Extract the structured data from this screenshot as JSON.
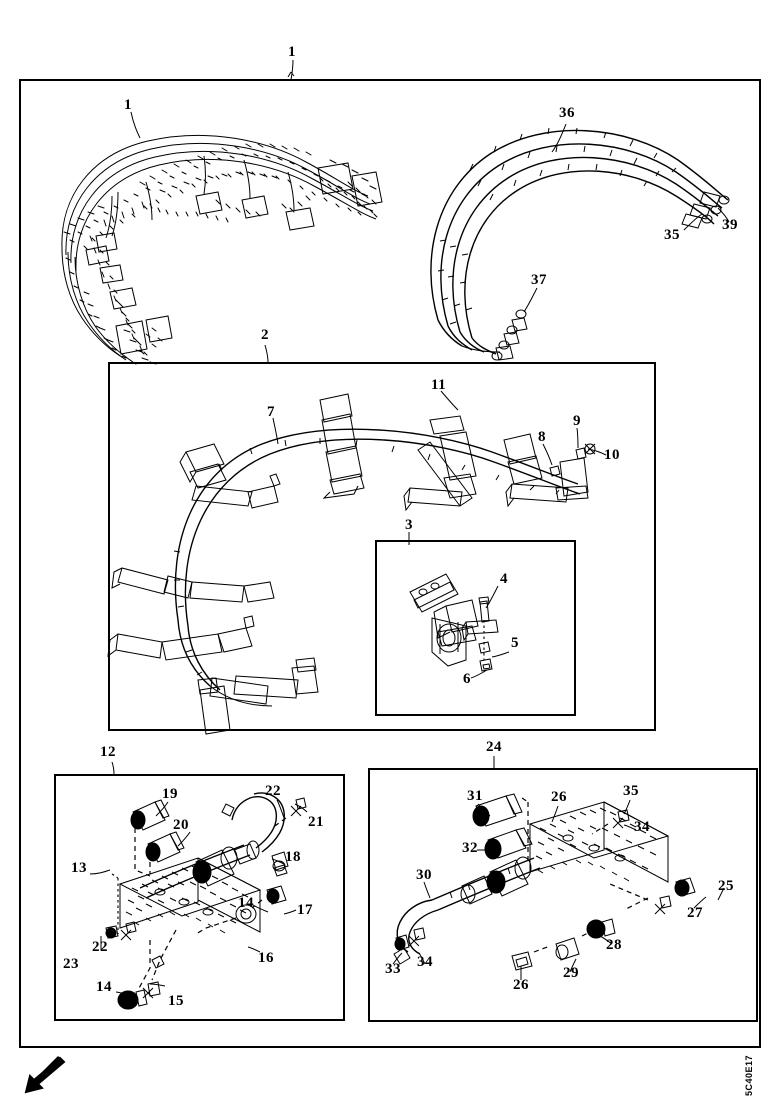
{
  "document": {
    "type": "exploded-parts-diagram",
    "sheet_size": "778x1100",
    "drawing_code": "5C40E17",
    "orientation_arrow": "arrow-down-left"
  },
  "figures": [
    {
      "id": "fig-1",
      "callout": "1",
      "title_callout": "1",
      "description": "wiring harness assembly - textured outline view"
    },
    {
      "id": "fig-hoses",
      "description": "hose / line bundle assembly"
    },
    {
      "id": "fig-2",
      "callout": "2",
      "description": "curved frame / bracket ring assembly"
    },
    {
      "id": "fig-3",
      "callout": "3",
      "description": "bracket detail inset"
    },
    {
      "id": "fig-12",
      "callout": "12",
      "description": "left hose and fitting assembly panel"
    },
    {
      "id": "fig-24",
      "callout": "24",
      "description": "right hose and fitting assembly panel"
    }
  ],
  "callouts": {
    "frame_top": {
      "number": "1"
    },
    "harness": {
      "number": "1"
    },
    "hoses": [
      {
        "number": "36"
      },
      {
        "number": "35"
      },
      {
        "number": "39"
      },
      {
        "number": "37"
      }
    ],
    "panel2_title": {
      "number": "2"
    },
    "panel2_items": [
      {
        "number": "7"
      },
      {
        "number": "11"
      },
      {
        "number": "8"
      },
      {
        "number": "9"
      },
      {
        "number": "10"
      }
    ],
    "panel3_title": {
      "number": "3"
    },
    "panel3_items": [
      {
        "number": "4"
      },
      {
        "number": "5"
      },
      {
        "number": "6"
      }
    ],
    "panel12_title": {
      "number": "12"
    },
    "panel12_items": [
      {
        "number": "19"
      },
      {
        "number": "20"
      },
      {
        "number": "22"
      },
      {
        "number": "21"
      },
      {
        "number": "13"
      },
      {
        "number": "18"
      },
      {
        "number": "14"
      },
      {
        "number": "17"
      },
      {
        "number": "16"
      },
      {
        "number": "22"
      },
      {
        "number": "23"
      },
      {
        "number": "14"
      },
      {
        "number": "15"
      }
    ],
    "panel24_title": {
      "number": "24"
    },
    "panel24_items": [
      {
        "number": "31"
      },
      {
        "number": "26"
      },
      {
        "number": "35"
      },
      {
        "number": "32"
      },
      {
        "number": "34"
      },
      {
        "number": "30"
      },
      {
        "number": "27"
      },
      {
        "number": "25"
      },
      {
        "number": "33"
      },
      {
        "number": "34"
      },
      {
        "number": "26"
      },
      {
        "number": "29"
      },
      {
        "number": "28"
      }
    ]
  },
  "labels": {
    "n1a": "1",
    "n1b": "1",
    "n36": "36",
    "n35a": "35",
    "n39": "39",
    "n37": "37",
    "n2": "2",
    "n7": "7",
    "n11": "11",
    "n8": "8",
    "n9": "9",
    "n10": "10",
    "n3": "3",
    "n4": "4",
    "n5": "5",
    "n6": "6",
    "n12": "12",
    "n19": "19",
    "n20": "20",
    "n22a": "22",
    "n21": "21",
    "n13": "13",
    "n18": "18",
    "n14a": "14",
    "n17": "17",
    "n16": "16",
    "n22b": "22",
    "n23": "23",
    "n14b": "14",
    "n15": "15",
    "n24": "24",
    "n31": "31",
    "n26a": "26",
    "n35b": "35",
    "n32": "32",
    "n34a": "34",
    "n30": "30",
    "n27": "27",
    "n25": "25",
    "n33": "33",
    "n34b": "34",
    "n26b": "26",
    "n29": "29",
    "n28": "28",
    "drawcode": "5C40E17"
  }
}
